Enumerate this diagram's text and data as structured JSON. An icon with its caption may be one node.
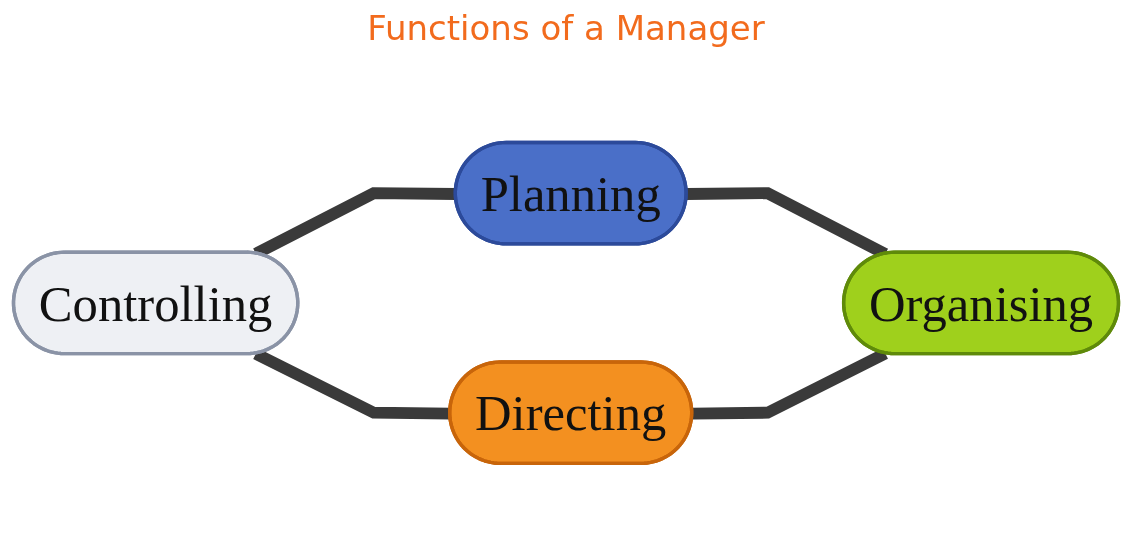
{
  "diagram": {
    "title": "Functions of a Manager",
    "nodes": [
      {
        "text": [
          "Planning"
        ]
      },
      {
        "text": [
          "Controlling"
        ]
      },
      {
        "text": [
          "Organising"
        ]
      },
      {
        "text": [
          "Directing"
        ]
      }
    ],
    "edges": [
      {
        "from": 1,
        "to": 0,
        "arrow": "none"
      },
      {
        "from": 0,
        "to": 2,
        "arrow": "none"
      },
      {
        "from": 1,
        "to": 3,
        "arrow": "none"
      },
      {
        "from": 3,
        "to": 2,
        "arrow": "none"
      }
    ]
  }
}
